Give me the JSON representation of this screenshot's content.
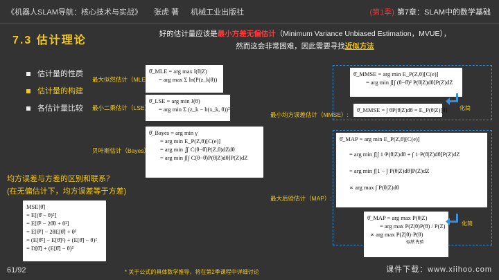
{
  "header": {
    "book_title": "《机器人SLAM导航：核心技术与实战》",
    "author": "张虎 著",
    "publisher": "机械工业出版社",
    "season": "(第1季)",
    "chapter": "第7章：SLAM中的数学基础"
  },
  "section": {
    "title": "7.3 估计理论"
  },
  "intro": {
    "line1_prefix": "好的估计量应该是",
    "line1_highlight": "最小方差无偏估计",
    "line1_suffix": "（Minimum Variance Unbiased Estimation，MVUE），",
    "line2_prefix": "然而这会非常困难，因此需要寻找",
    "line2_highlight": "近似方法"
  },
  "menu": {
    "items": [
      {
        "label": "估计量的性质"
      },
      {
        "label": "估计量的构建"
      },
      {
        "label": "各估计量比较"
      }
    ]
  },
  "estimators": {
    "mle_label": "最大似然估计（MLE）:",
    "lse_label": "最小二乘估计（LSE）:",
    "bayes_label": "贝叶斯估计（Bayes）:",
    "mmse_label": "最小均方误差估计（MMSE）:",
    "map_label": "最大后验估计（MAP）:"
  },
  "equations": {
    "mle": [
      "θ̂_MLE = arg max l(θ|Z)",
      "= arg max Σ ln(P(z_k|θ))"
    ],
    "lse": [
      "θ̂_LSE = arg min J(θ)",
      "= arg min Σ (z_k − h(x_k, θ))²"
    ],
    "bayes": [
      "θ̂_Bayes = arg min γ",
      "= arg min E_P(Z,θ)[C(e)]",
      "= arg min ∬ C(θ−θ̂)P(Z,θ)dZdθ",
      "= arg min ∫[∫ C(θ−θ̂)P(θ|Z)dθ]P(Z)dZ"
    ],
    "mmse": [
      "θ̂_MMSE = arg min E_P(Z,θ)[C(e)]",
      "= arg min ∫[∫ (θ−θ̂)² P(θ|Z)dθ]P(Z)dZ"
    ],
    "mmse_simplified": [
      "θ̂_MMSE = ∫ θP(θ|Z)dθ = E_P(θ|Z)[θ]"
    ],
    "map": [
      "θ̂_MAP = arg min E_P(Z,θ)[C(e)]",
      "= arg min ∫[∫ 1·P(θ|Z)dθ + ∫ 1·P(θ|Z)dθ]P(Z)dZ",
      "= arg min ∫[1 − ∫ P(θ|Z)dθ]P(Z)dZ",
      "∝ arg max ∫ P(θ|Z)dθ"
    ],
    "map_simplified": [
      "θ̂_MAP = arg max P(θ|Z)",
      "= arg max P(Z|θ)P(θ) / P(Z)",
      "∝ arg max P(Z|θ)·P(θ)",
      "似然      先验"
    ],
    "mse": [
      "MSE[θ̂]",
      "= E[(θ̂ − θ)²]",
      "= E[θ̂² − 2θ̂θ + θ²]",
      "= E[θ̂²] − 2θE[θ̂] + θ²",
      "= (E[θ̂²] − E[θ̂]²) + (E[θ̂] − θ)²",
      "= D[θ̂] + (E[θ̂] − θ)²"
    ]
  },
  "simplify_label": "化简",
  "question": {
    "line1": "均方误差与方差的区别和联系？",
    "line2": "(在无偏估计下，均方误差等于方差)"
  },
  "footer": {
    "page": "61/92",
    "note": "* 关于公式的具体数学推导，将在第2季课程中详细讨论",
    "link": "课件下载：www.xiihoo.com"
  },
  "colors": {
    "accent": "#f2c81c",
    "highlight_red": "#ff3a3a",
    "dashed_blue": "#3b8fd8",
    "background": "#333333"
  }
}
